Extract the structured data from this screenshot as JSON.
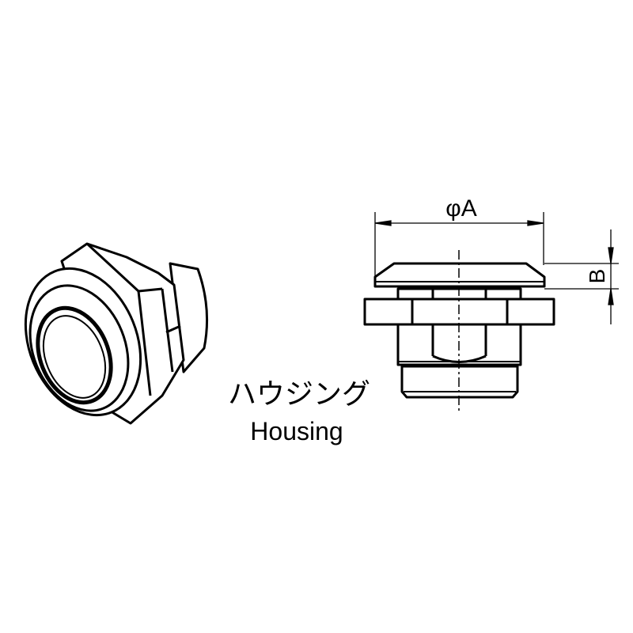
{
  "labels": {
    "title_jp": "ハウジング",
    "title_en": "Housing",
    "dim_a": "φA",
    "dim_b": "B"
  },
  "colors": {
    "line": "#000000",
    "background": "#ffffff"
  }
}
